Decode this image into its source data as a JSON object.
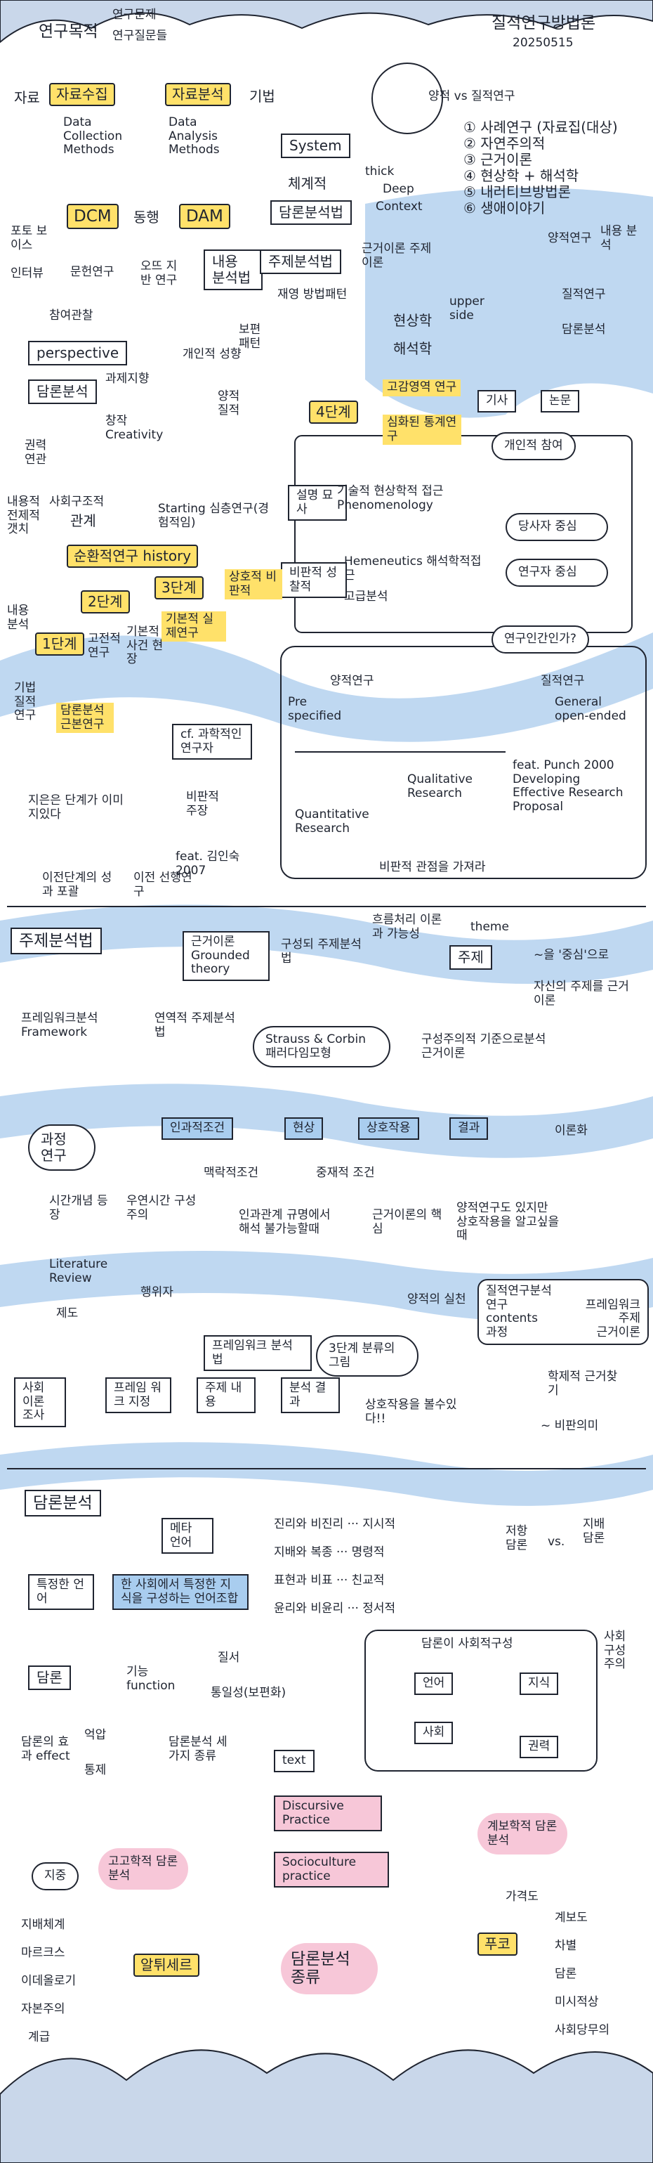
{
  "header": {
    "left_label": "연구목적",
    "left_line1": "연구문제",
    "left_line2": "연구질문들",
    "title": "질적연구방법론",
    "date": "20250515"
  },
  "s1": {
    "jaryo": "자료",
    "jaryo_sujip": "자료수집",
    "jaryo_bunseok": "자료분석",
    "gibeop": "기법",
    "dcm_en": "Data Collection Methods",
    "dam_en": "Data Analysis Methods",
    "dcm": "DCM",
    "dam": "DAM",
    "dongwang": "동행",
    "system": "System",
    "chegyejeok": "체계적",
    "damron": "담론분석법",
    "thick": "thick",
    "deep": "Deep",
    "context": "Context",
    "photo_voice": "포토 보이스",
    "interview": "인터뷰",
    "munheon": "문헌연구",
    "jiban": "오뜨 지반 연구",
    "chamyeo": "참여관찰",
    "perspective": "perspective",
    "damron_b": "담론분석",
    "gwaje": "과제지향",
    "changjak": "창작 Creativity",
    "gwollyeok": "권력 연관",
    "sahoe": "사회구조적",
    "naeyong": "내용 분석법",
    "juje": "주제분석법",
    "gyeongsik": "근거이론 주제이론",
    "bobyeok": "보편 패턴",
    "gaingwa": "개인적 성향",
    "jaeyeong": "재영 방법패턴",
    "yangjeok": "양적 질적",
    "yangjeok_vs": "양적 vs 질적연구",
    "list": [
      "① 사례연구 (자료집(대상)",
      "② 자연주의적",
      "③ 근거이론",
      "④ 현상학 + 해석학",
      "⑤ 내러티브방법론",
      "⑥ 생애이야기"
    ],
    "yangjeok2": "양적연구",
    "naeyong2": "내용 분석",
    "upper": "upper side",
    "hyeonsanghak": "현상학",
    "haeseokhak": "해석학",
    "jiljeok2": "질적연구",
    "damron2": "담론분석",
    "step4": "4단계",
    "sinbihan": "고감영역 연구",
    "simhwa": "심화된 통계연구",
    "gisa": "기사",
    "nonmun": "논문",
    "gaeinjeok": "개인적 참여",
    "starting": "Starting 심층연구(경험적임)",
    "gwangye": "관계",
    "nae_byeong": "내용적 전제적 갯치",
    "history": "순환적연구 history",
    "seolmyeong": "설명 묘사",
    "gisul": "기술적 현상학적 접근 Phenomenology",
    "dangsaja": "당사자 중심",
    "hermeneutics": "Hemeneutics 해석학적접근",
    "gogeup": "고급분석",
    "yeonguja": "연구자 중심",
    "bipan": "비판적 성찰적",
    "yeongu_q": "연구인간인가?",
    "step1": "1단계",
    "step2": "2단계",
    "step3": "3단계",
    "sangho": "상호적 비판적",
    "gojeong": "고전적 연구",
    "gipun": "기본적 사건 현장",
    "gibon": "기본적 실제연구",
    "naeyong3": "내용 분석",
    "gibeop2": "기법 질적 연구",
    "damron3": "담론분석 근본연구",
    "yangjeok_yeongu": "양적연구",
    "pre": "Pre specified",
    "jiljeok_yeongu": "질적연구",
    "general": "General open-ended",
    "qualitative": "Qualitative Research",
    "quantitative": "Quantitative Research",
    "cf": "cf. 과학적인 연구자",
    "bipanjeok": "비판적 주장",
    "feat": "feat. 김인숙 2007",
    "punch": "feat. Punch 2000 Developing Effective Research Proposal",
    "jipeun": "지은은 단계가 이미지있다",
    "ijeon": "이전단계의 성과 포괄",
    "ijeon2": "이전 선행연구",
    "bipanjeok2": "비판적 관점을 가져라"
  },
  "s2": {
    "juje": "주제분석법",
    "geungeo": "근거이론 Grounded theory",
    "gujo": "구성되 주제분석법",
    "heureum": "흐름처리 이론과 가능성",
    "theme": "theme",
    "juje2": "주제",
    "joong": "~을 '중심'으로",
    "jasin": "자신의 주제를 근거이론",
    "framework": "프레임워크분석 Framework",
    "yeonyeok": "연역적 주제분석법",
    "strauss": "Strauss & Corbin 패러다임모형",
    "gujeong": "구성주의적 기준으로분석 근거이론",
    "gwajeong": "과정 연구",
    "ingwa": "인과적조건",
    "hyeonsang": "현상",
    "sanghojakyong": "상호작용",
    "gyeolgwa": "결과",
    "iron": "이론화",
    "maekrak": "맥락적조건",
    "jungjae": "중재적 조건",
    "sigan": "시간개념 등장",
    "ujeok": "우연시간 구성주의",
    "inkwa2": "인과관계 규명에서 해석 불가능할때",
    "geungeo2": "근거이론의 핵심",
    "yangjeok": "양적연구도 있지만 상호작용을 알고싶을때",
    "lit": "Literature Review",
    "jedo": "제도",
    "haengwija": "행위자",
    "jiljeok_bunseok": "질적연구분석",
    "row1a": "연구",
    "row1b": "프레임워크",
    "row2a": "contents",
    "row2b": "주제",
    "row3a": "과정",
    "row3b": "근거이론",
    "yangjeok2": "양적의 실천",
    "framework2": "프레임워크 분석법",
    "sahwa": "3단계 분류의 그림",
    "sahoe": "사회 이론 조사",
    "step1": "프레임 워크 지정",
    "step2": "주제 내용",
    "step3": "분석 결과",
    "sangho": "상호작용을 볼수있다!!",
    "hakje": "학제적 근거찾기",
    "bipan": "~ 비판의미"
  },
  "s3": {
    "damron": "담론분석",
    "meta": "메타 언어",
    "jinri": "진리와 비진리 ··· 지시적",
    "jibae": "지배와 복종 ··· 명령적",
    "pyohyeon": "표현과 비표 ··· 친교적",
    "yunri": "윤리와 비윤리 ··· 정서적",
    "jeohang": "저항 담론",
    "vs": "vs.",
    "jibae2": "지배 담론",
    "teukjeong": "특정한 언어",
    "hansahoe": "한 사회에서 특정한 지식을 구성하는 언어조합",
    "damron_s": "담론이 사회적구성",
    "sahoe_gu": "사회 구성 주의",
    "eoneo": "언어",
    "jisik": "지식",
    "sahoe2": "사회",
    "gwollyeok": "권력",
    "damron2": "담론",
    "gineung": "기능 function",
    "jilseo": "질서",
    "tongil": "통일성(보편화)",
    "damron3": "담론의 효과 effect",
    "eokap": "억압",
    "tongje": "통제",
    "damron_yuhyeong": "담론분석 세가지 종류",
    "text": "text",
    "discursive": "Discursive Practice",
    "socio": "Socioculture practice",
    "gyebo": "계보학적 담론분석",
    "gyeonggye": "가격도",
    "jijung": "지중",
    "gogohak": "고고학적 담론분석",
    "jibae3": "지배체계",
    "marx": "마르크스",
    "ideol": "이데올로기",
    "jabon": "자본주의",
    "gyegeup": "계급",
    "altusser": "알튀세르",
    "damron_jong": "담론분석 종류",
    "fuko": "푸코",
    "gaebang": "계보도",
    "sabyeol": "차별",
    "damron4": "담론",
    "misejang": "미시적상",
    "sahoe_dang": "사회당무의"
  }
}
